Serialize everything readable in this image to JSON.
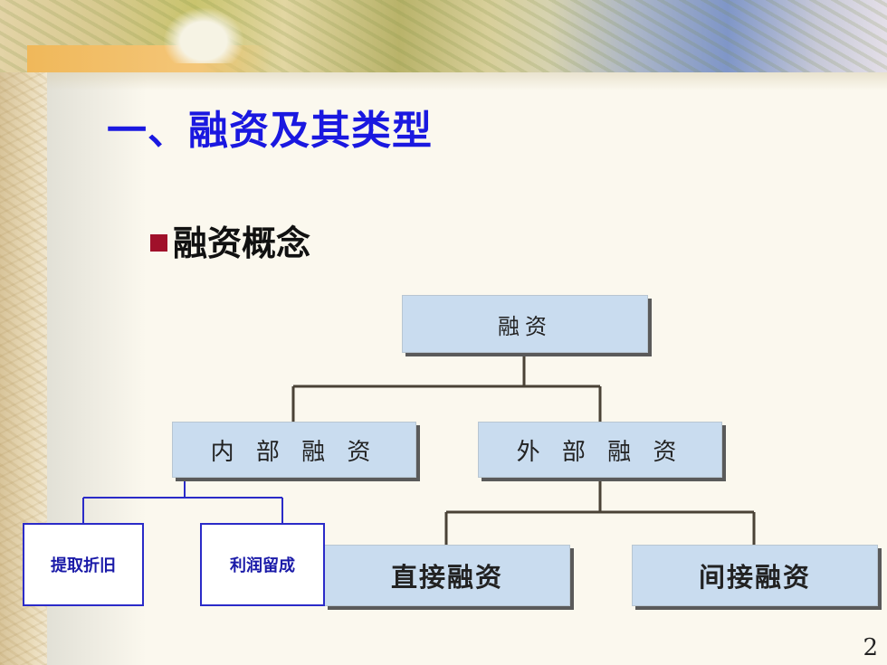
{
  "slide": {
    "title": "一、融资及其类型",
    "bullet": "融资概念",
    "page_number": "2"
  },
  "diagram": {
    "root": "融资",
    "internal": "内 部 融 资",
    "external": "外 部 融 资",
    "internal_children": [
      "提取折旧",
      "利润留成"
    ],
    "external_children": [
      "直接融资",
      "间接融资"
    ]
  },
  "colors": {
    "title": "#1a18e0",
    "bullet": "#a0102a",
    "box_fill": "#c9dcef",
    "small_box_border": "#2b2bc8"
  }
}
